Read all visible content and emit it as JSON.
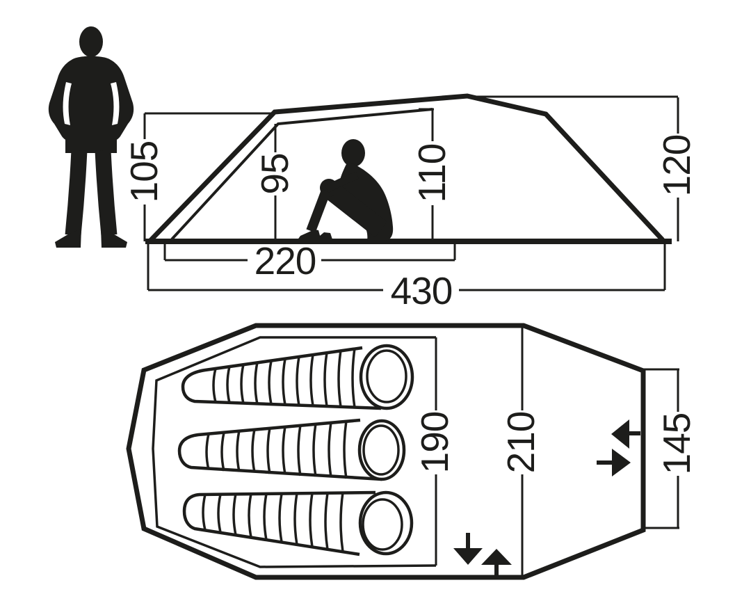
{
  "diagram": {
    "kind": "tent-dimension-diagram",
    "side_view": {
      "front_height_cm": "105",
      "inner_height_front_cm": "95",
      "inner_height_rear_cm": "110",
      "rear_height_cm": "120",
      "inner_floor_length_cm": "220",
      "total_length_cm": "430"
    },
    "floor_plan": {
      "inner_width_cm": "190",
      "outer_width_cm": "210",
      "rear_panel_width_cm": "145",
      "sleeping_bag_count": "3"
    },
    "colors": {
      "ink": "#1d1d1b",
      "background": "#ffffff"
    }
  }
}
